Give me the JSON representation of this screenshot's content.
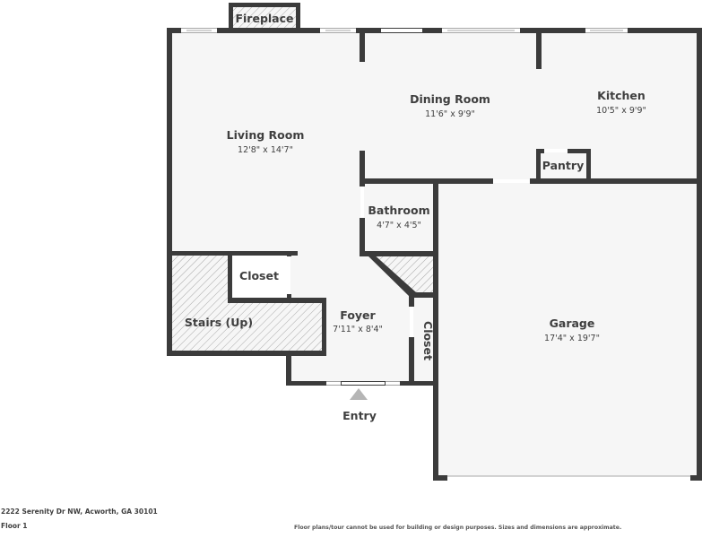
{
  "plan": {
    "rooms": [
      {
        "id": "living-room",
        "name": "Living Room",
        "dim": "12'8\" x 14'7\""
      },
      {
        "id": "dining-room",
        "name": "Dining Room",
        "dim": "11'6\" x 9'9\""
      },
      {
        "id": "kitchen",
        "name": "Kitchen",
        "dim": "10'5\" x 9'9\""
      },
      {
        "id": "pantry",
        "name": "Pantry",
        "dim": ""
      },
      {
        "id": "bathroom",
        "name": "Bathroom",
        "dim": "4'7\" x 4'5\""
      },
      {
        "id": "closet-1",
        "name": "Closet",
        "dim": ""
      },
      {
        "id": "stairs",
        "name": "Stairs (Up)",
        "dim": ""
      },
      {
        "id": "foyer",
        "name": "Foyer",
        "dim": "7'11\" x 8'4\""
      },
      {
        "id": "closet-2",
        "name": "Closet",
        "dim": ""
      },
      {
        "id": "garage",
        "name": "Garage",
        "dim": "17'4\" x 19'7\""
      },
      {
        "id": "fireplace",
        "name": "Fireplace",
        "dim": ""
      }
    ],
    "entry_label": "Entry"
  },
  "footer": {
    "address": "2222 Serenity Dr NW, Acworth, GA 30101",
    "floor": "Floor 1",
    "disclaimer": "Floor plans/tour cannot be used for building or design purposes. Sizes and dimensions are approximate."
  },
  "colors": {
    "wall": "#3b3b3b",
    "floor": "#f6f6f6",
    "text": "#3f3f3f",
    "entry_arrow": "#b5b5b5"
  }
}
